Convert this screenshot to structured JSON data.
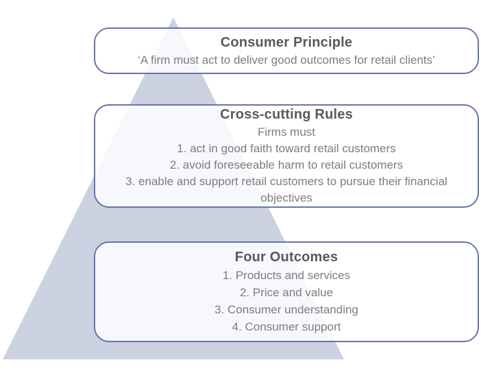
{
  "colors": {
    "border": "#6674ab",
    "triangle": "#ccd1e2",
    "title_text": "#595959",
    "body_text": "#7c7c7c",
    "background": "#ffffff",
    "box_fill": "rgba(255,255,255,0.84)"
  },
  "boxes": [
    {
      "title": "Consumer Principle",
      "lines": [
        "‘A firm must act to deliver good outcomes for retail clients’"
      ]
    },
    {
      "title": "Cross-cutting Rules",
      "lines": [
        "Firms must",
        "1. act in good faith toward retail customers",
        "2. avoid foreseeable harm to retail customers",
        "3. enable and support retail customers to pursue their financial objectives"
      ]
    },
    {
      "title": "Four Outcomes",
      "lines": [
        "1. Products and services",
        "2. Price and value",
        "3. Consumer understanding",
        "4. Consumer support"
      ]
    }
  ]
}
